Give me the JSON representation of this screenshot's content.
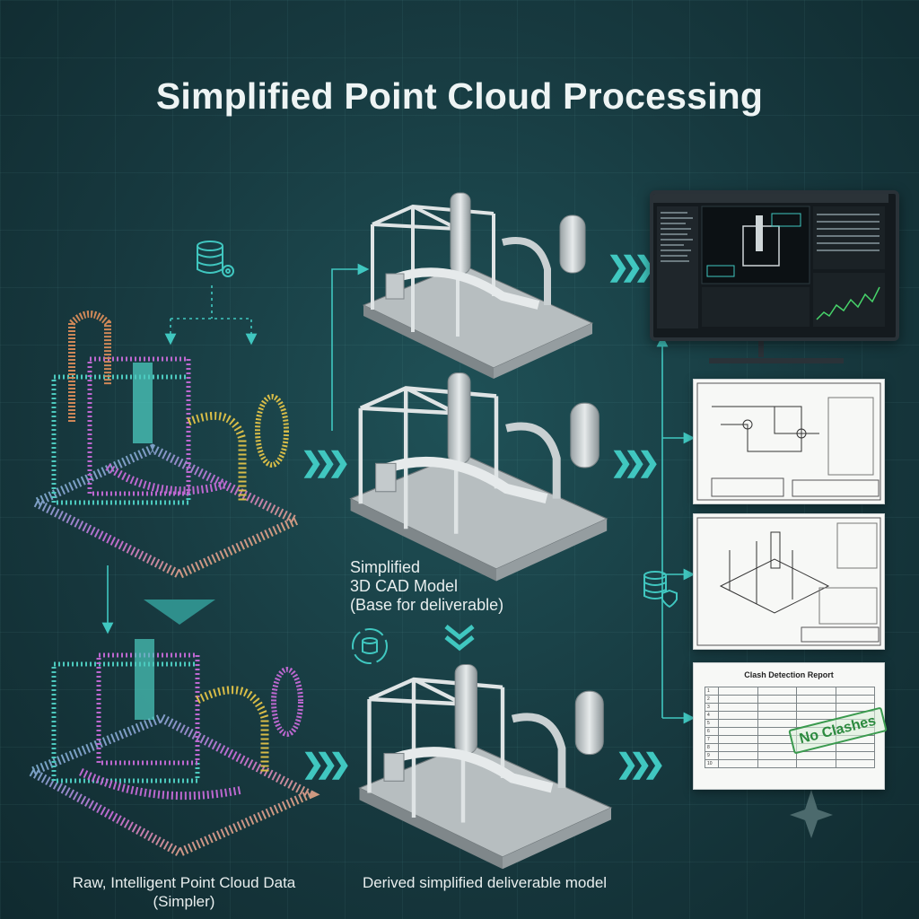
{
  "title": "Simplified Point Cloud Processing",
  "captions": {
    "raw": [
      "Raw, Intelligent Point Cloud Data",
      "(Simpler)"
    ],
    "simplified": [
      "Simplified",
      "3D CAD Model",
      "(Base for deliverable)"
    ],
    "derived": "Derived simplified deliverable model"
  },
  "report": {
    "title": "Clash Detection Report",
    "stamp": "No Clashes",
    "row_numbers": [
      "1",
      "2",
      "3",
      "4",
      "5",
      "6",
      "7",
      "8",
      "9",
      "10"
    ]
  },
  "colors": {
    "accent": "#40c7c0",
    "background": "#17393f"
  }
}
